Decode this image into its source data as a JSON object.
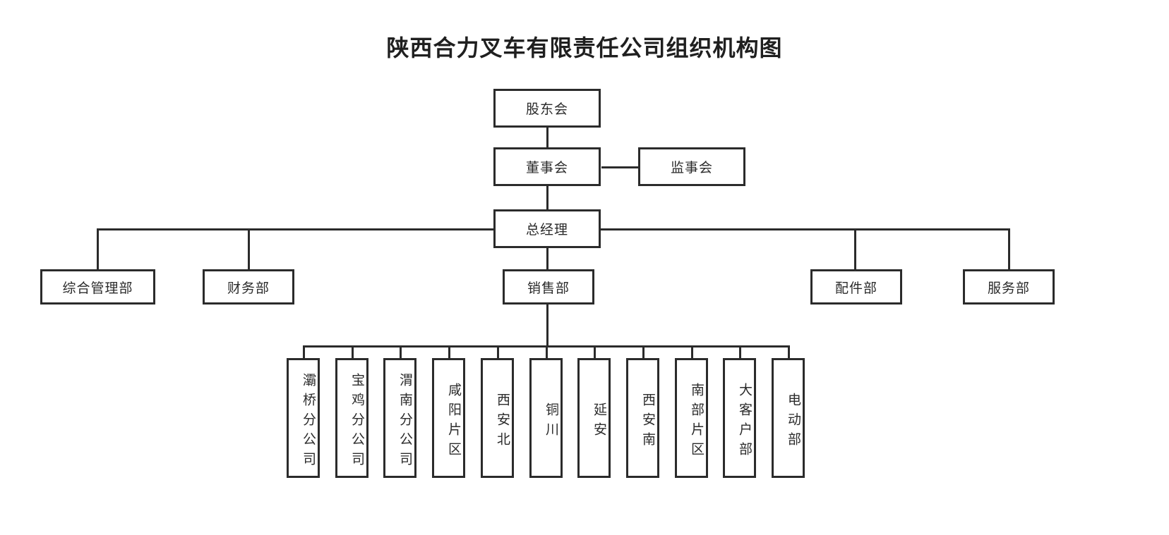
{
  "title": "陕西合力叉车有限责任公司组织机构图",
  "chart_data": {
    "type": "diagram",
    "diagram_kind": "organization-chart",
    "title": "陕西合力叉车有限责任公司组织机构图",
    "orientation": "top-down",
    "colors": {
      "line": "#2b2b2b",
      "box_border": "#2b2b2b",
      "box_fill": "#ffffff",
      "text": "#2b2b2b",
      "title_text": "#1f1f1f",
      "background": "#ffffff"
    },
    "levels": [
      {
        "level": 1,
        "nodes": [
          "股东会"
        ]
      },
      {
        "level": 2,
        "nodes": [
          "董事会",
          "监事会"
        ]
      },
      {
        "level": 3,
        "nodes": [
          "总经理"
        ]
      },
      {
        "level": 4,
        "nodes": [
          "综合管理部",
          "财务部",
          "销售部",
          "配件部",
          "服务部"
        ]
      },
      {
        "level": 5,
        "nodes": [
          "灞桥分公司",
          "宝鸡分公司",
          "渭南分公司",
          "咸阳片区",
          "西安北",
          "铜川",
          "延安",
          "西安南",
          "南部片区",
          "大客户部",
          "电动部"
        ]
      }
    ],
    "edges": [
      {
        "from": "股东会",
        "to": "董事会"
      },
      {
        "from": "董事会",
        "to": "监事会",
        "style": "horizontal-peer"
      },
      {
        "from": "董事会",
        "to": "总经理"
      },
      {
        "from": "总经理",
        "to": "综合管理部"
      },
      {
        "from": "总经理",
        "to": "财务部"
      },
      {
        "from": "总经理",
        "to": "销售部"
      },
      {
        "from": "总经理",
        "to": "配件部"
      },
      {
        "from": "总经理",
        "to": "服务部"
      },
      {
        "from": "销售部",
        "to": "灞桥分公司"
      },
      {
        "from": "销售部",
        "to": "宝鸡分公司"
      },
      {
        "from": "销售部",
        "to": "渭南分公司"
      },
      {
        "from": "销售部",
        "to": "咸阳片区"
      },
      {
        "from": "销售部",
        "to": "西安北"
      },
      {
        "from": "销售部",
        "to": "铜川"
      },
      {
        "from": "销售部",
        "to": "延安"
      },
      {
        "from": "销售部",
        "to": "西安南"
      },
      {
        "from": "销售部",
        "to": "南部片区"
      },
      {
        "from": "销售部",
        "to": "大客户部"
      },
      {
        "from": "销售部",
        "to": "电动部"
      }
    ]
  },
  "nodes": {
    "shareholders": "股东会",
    "board": "董事会",
    "supervisors": "监事会",
    "general_manager": "总经理",
    "dept_admin": "综合管理部",
    "dept_finance": "财务部",
    "dept_sales": "销售部",
    "dept_parts": "配件部",
    "dept_service": "服务部"
  },
  "sales_branches": [
    {
      "key": "baqiao",
      "label": "灞桥分公司"
    },
    {
      "key": "baoji",
      "label": "宝鸡分公司"
    },
    {
      "key": "weinan",
      "label": "渭南分公司"
    },
    {
      "key": "xianyang",
      "label": "咸阳片区"
    },
    {
      "key": "xian-north",
      "label": "西安北"
    },
    {
      "key": "tongchuan",
      "label": "铜川"
    },
    {
      "key": "yanan",
      "label": "延安"
    },
    {
      "key": "xian-south",
      "label": "西安南"
    },
    {
      "key": "south-area",
      "label": "南部片区"
    },
    {
      "key": "key-accounts",
      "label": "大客户部"
    },
    {
      "key": "electric",
      "label": "电动部"
    }
  ]
}
